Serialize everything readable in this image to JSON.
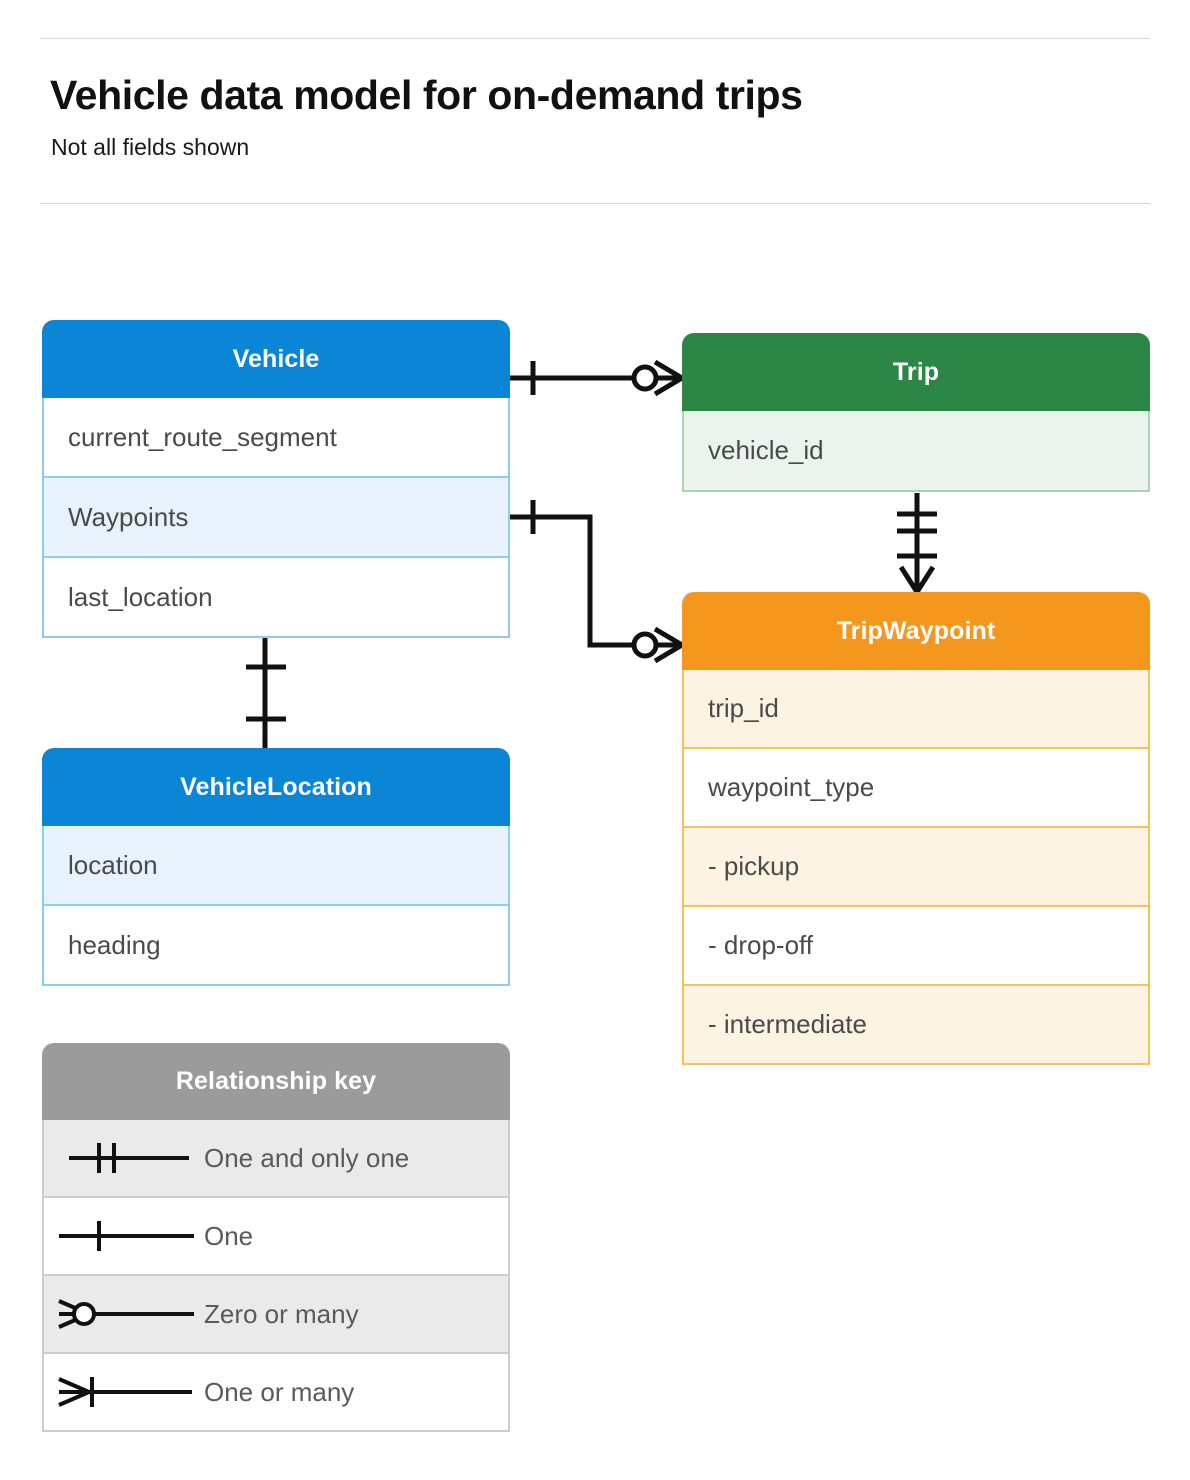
{
  "header": {
    "title": "Vehicle data model for on-demand trips",
    "subtitle": "Not all fields shown"
  },
  "entities": [
    {
      "id": "vehicle",
      "name": "Vehicle",
      "color": "#0b86d6",
      "rows": [
        {
          "label": "current_route_segment",
          "shaded": false
        },
        {
          "label": "Waypoints",
          "shaded": true
        },
        {
          "label": "last_location",
          "shaded": false
        }
      ]
    },
    {
      "id": "trip",
      "name": "Trip",
      "color": "#2c8646",
      "rows": [
        {
          "label": "vehicle_id",
          "shaded": true
        }
      ]
    },
    {
      "id": "tripwaypoint",
      "name": "TripWaypoint",
      "color": "#f5971d",
      "rows": [
        {
          "label": "trip_id",
          "shaded": true
        },
        {
          "label": "waypoint_type",
          "shaded": false
        },
        {
          "label": "-  pickup",
          "shaded": true
        },
        {
          "label": "-  drop-off",
          "shaded": false
        },
        {
          "label": "-  intermediate",
          "shaded": true
        }
      ]
    },
    {
      "id": "vehiclelocation",
      "name": "VehicleLocation",
      "color": "#0b86d6",
      "rows": [
        {
          "label": "location",
          "shaded": true
        },
        {
          "label": "heading",
          "shaded": false
        }
      ]
    }
  ],
  "legend": {
    "title": "Relationship key",
    "items": [
      {
        "symbol": "one-and-only-one-icon",
        "label": "One and only one",
        "shaded": true
      },
      {
        "symbol": "one-icon",
        "label": "One",
        "shaded": false
      },
      {
        "symbol": "zero-or-many-icon",
        "label": "Zero or many",
        "shaded": true
      },
      {
        "symbol": "one-or-many-icon",
        "label": "One or many",
        "shaded": false
      }
    ]
  },
  "relationships": [
    {
      "from": "Vehicle",
      "to": "Trip",
      "from_cardinality": "One",
      "to_cardinality": "Zero or many"
    },
    {
      "from": "Vehicle.Waypoints",
      "to": "TripWaypoint",
      "from_cardinality": "One",
      "to_cardinality": "Zero or many"
    },
    {
      "from": "Trip",
      "to": "TripWaypoint",
      "from_cardinality": "One and only one",
      "to_cardinality": "One or many"
    },
    {
      "from": "Vehicle.last_location",
      "to": "VehicleLocation",
      "from_cardinality": "One",
      "to_cardinality": "One"
    }
  ],
  "colors": {
    "blue": "#0b86d6",
    "green": "#2c8646",
    "orange": "#f5971d",
    "gray": "#9b9b9b",
    "rule": "#d6d6d6",
    "connector": "#111111"
  }
}
